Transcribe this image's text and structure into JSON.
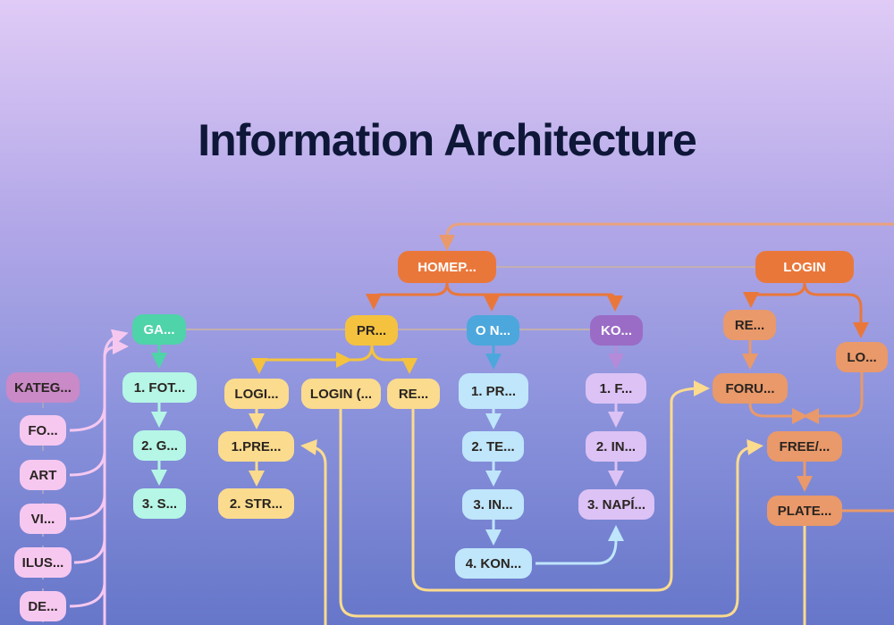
{
  "title": "Information Architecture",
  "nodes": {
    "homepage": "HOMEP...",
    "login": "LOGIN",
    "galerie": "GA...",
    "pr": "PR...",
    "o_nas": "O N...",
    "kontakt": "KO...",
    "login_re": "RE...",
    "login_lo": "LO...",
    "forum": "FORU...",
    "free": "FREE/...",
    "plate": "PLATE...",
    "kategorie": "KATEG...",
    "cat_fo": "FO...",
    "cat_art": "ART",
    "cat_vi": "VI...",
    "cat_ilus": "ILUS...",
    "cat_de": "DE...",
    "ga_1": "1. FOT...",
    "ga_2": "2. G...",
    "ga_3": "3. S...",
    "pr_logi": "LOGI...",
    "pr_login": "LOGIN (...",
    "pr_re": "RE...",
    "pr_1": "1.PRE...",
    "pr_2": "2. STR...",
    "on_1": "1.  PR...",
    "on_2": "2. TE...",
    "on_3": "3. IN...",
    "on_4": "4. KON...",
    "ko_1": "1.  F...",
    "ko_2": "2. IN...",
    "ko_3": "3. NAPÍ..."
  },
  "colors": {
    "orange": "#ea773a",
    "teal": "#4fd3a8",
    "yellow": "#f4c23f",
    "blue": "#4ca7dc",
    "purple": "#9a6cc6",
    "pink": "#f6c8f0",
    "title": "#0e1738"
  }
}
